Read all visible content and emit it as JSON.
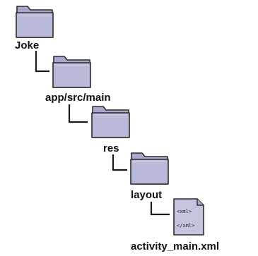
{
  "tree": {
    "nodes": [
      {
        "label": "Joke",
        "icon": "folder-icon"
      },
      {
        "label": "app/src/main",
        "icon": "folder-icon"
      },
      {
        "label": "res",
        "icon": "folder-icon"
      },
      {
        "label": "layout",
        "icon": "folder-icon"
      },
      {
        "label": "activity_main.xml",
        "icon": "xml-file-icon"
      }
    ],
    "file_lines": [
      "<xml>",
      "</xml>"
    ]
  },
  "colors": {
    "folder_fill": "#b9b9d9",
    "folder_tab": "#a8a8cc",
    "folder_outline": "#2b2b2b",
    "connector": "#1a1a1a",
    "file_fill": "#c4c4de"
  }
}
